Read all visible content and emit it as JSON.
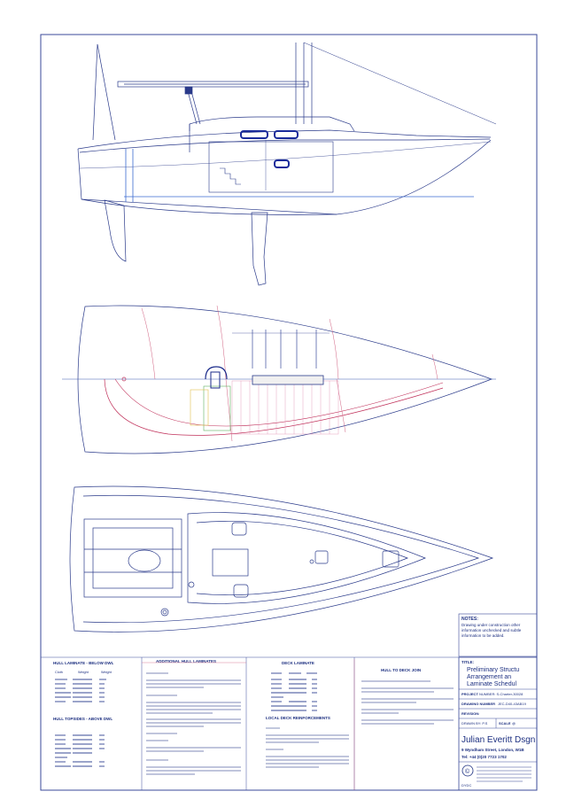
{
  "notes": {
    "heading": "NOTES:",
    "text_lines": [
      "Drawing under construction other",
      "information unchecked and subtle",
      "information to be added."
    ]
  },
  "title_block": {
    "title_label": "TITLE:",
    "title_lines": [
      "Preliminary Structu",
      "Arrangement an",
      "Laminate Schedul"
    ],
    "project_label": "PROJECT",
    "project_value": "NUMBER: S-Charter-30028",
    "drawing_label": "DRAWING NUMBER",
    "drawing_value": "JEC-D40-43AB19",
    "revision_label": "REVISION:",
    "drawn_label": "DRAWN BY: P.S",
    "scale_label": "SCALE",
    "scale_value": "@",
    "company_name": "Julian Everitt Dsgn",
    "address": "9 Wyndham Street, London, W1B",
    "tel": "Tel: +44 (0)20 7723 1702"
  },
  "tables": {
    "hull_laminate_heading": "HULL LAMINATE - BELOW DWL",
    "hull_topsides_heading": "HULL TOPSIDES - ABOVE DWL",
    "additional_hull_heading": "ADDITIONAL HULL LAMINATES",
    "deck_laminate_heading": "DECK LAMINATE",
    "local_deck_heading": "LOCAL DECK REINFORCEMENTS",
    "hull_to_deck_heading": "HULL TO DECK JOIN",
    "col_cloth": "Cloth",
    "col_weight": "Weight",
    "col_weight2": "Weight"
  }
}
